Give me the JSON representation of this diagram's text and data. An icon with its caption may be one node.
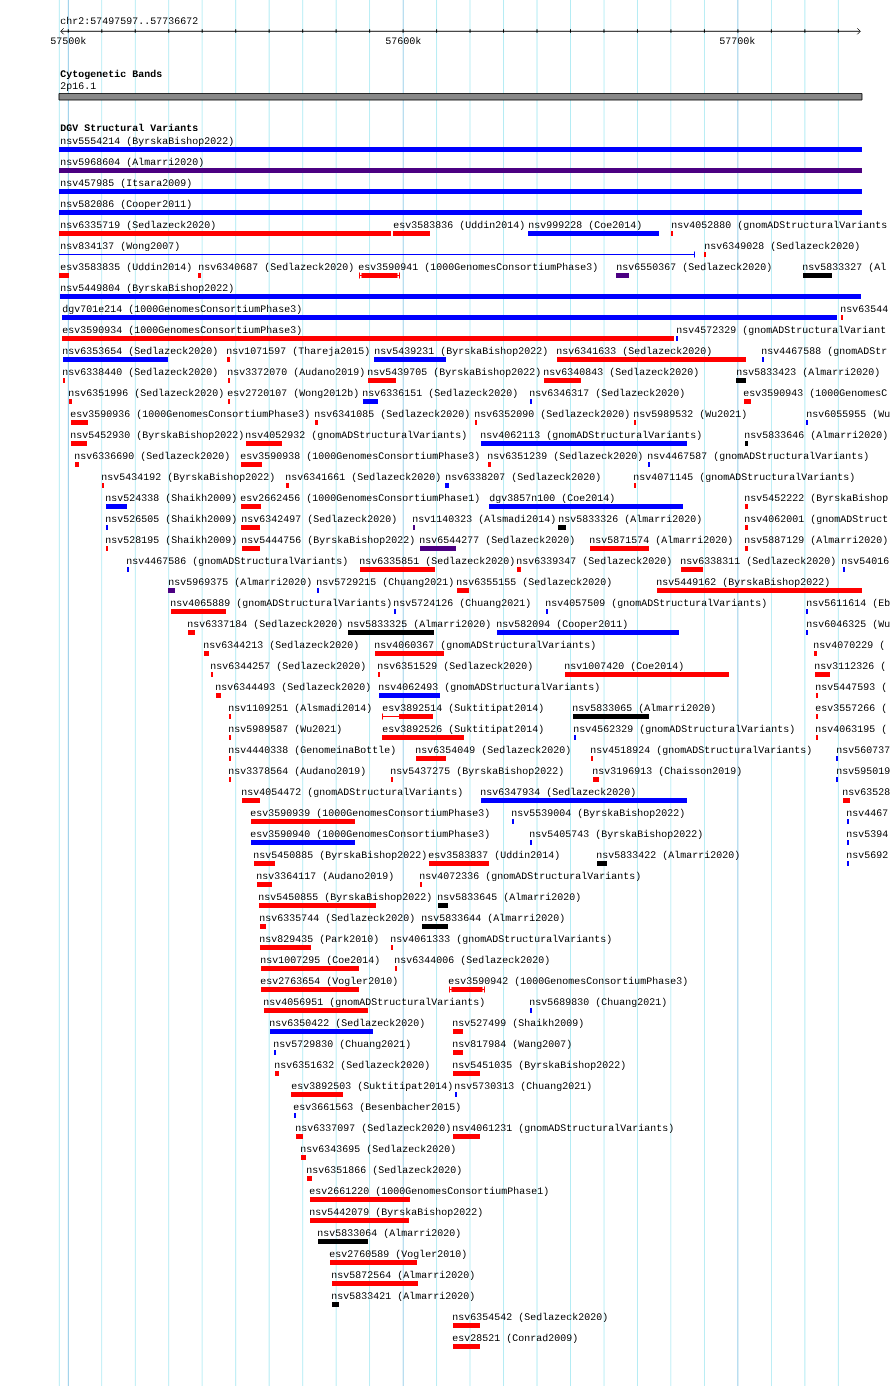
{
  "diagram": {
    "labels": [
      "chr2:57497597..57736672",
      "57500k",
      "57600k",
      "57700k",
      "Cytogenetic Bands",
      "2p16.1",
      "DGV Structural Variants",
      "nsv5554214 (ByrskaBishop2022)",
      "nsv5968604 (Almarri2020)",
      "nsv457985 (Itsara2009)",
      "nsv582086 (Cooper2011)",
      "nsv6335719 (Sedlazeck2020)",
      "esv3583836 (Uddin2014)",
      "nsv999228 (Coe2014)",
      "nsv4052880 (gnomADStructuralVariants",
      "nsv834137 (Wong2007)",
      "nsv6349028 (Sedlazeck2020)",
      "esv3583835 (Uddin2014)",
      "nsv6340687 (Sedlazeck2020)",
      "esv3590941 (1000GenomesConsortiumPhase3)",
      "nsv6550367 (Sedlazeck2020)",
      "nsv5833327 (Al",
      "nsv5449804 (ByrskaBishop2022)",
      "dgv701e214 (1000GenomesConsortiumPhase3)",
      "nsv63544",
      "esv3590934 (1000GenomesConsortiumPhase3)",
      "nsv4572329 (gnomADStructuralVariant",
      "nsv6353654 (Sedlazeck2020)",
      "nsv1071597 (Thareja2015)",
      "nsv5439231 (ByrskaBishop2022)",
      "nsv6341633 (Sedlazeck2020)",
      "nsv4467588 (gnomADStr",
      "nsv6338440 (Sedlazeck2020)",
      "nsv3372070 (Audano2019)",
      "nsv5439705 (ByrskaBishop2022)",
      "nsv6340843 (Sedlazeck2020)",
      "nsv5833423 (Almarri2020)",
      "nsv6351996 (Sedlazeck2020)",
      "esv2720107 (Wong2012b)",
      "nsv6336151 (Sedlazeck2020)",
      "nsv6346317 (Sedlazeck2020)",
      "esv3590943 (1000GenomesC",
      "esv3590936 (1000GenomesConsortiumPhase3)",
      "nsv6341085 (Sedlazeck2020)",
      "nsv6352090 (Sedlazeck2020)",
      "nsv5989532 (Wu2021)",
      "nsv6055955 (Wu",
      "nsv5452930 (ByrskaBishop2022)",
      "nsv4052932 (gnomADStructuralVariants)",
      "nsv4062113 (gnomADStructuralVariants)",
      "nsv5833646 (Almarri2020)",
      "nsv6336690 (Sedlazeck2020)",
      "esv3590938 (1000GenomesConsortiumPhase3)",
      "nsv6351239 (Sedlazeck2020)",
      "nsv4467587 (gnomADStructuralVariants)",
      "nsv5434192 (ByrskaBishop2022)",
      "nsv6341661 (Sedlazeck2020)",
      "nsv6338207 (Sedlazeck2020)",
      "nsv4071145 (gnomADStructuralVariants)",
      "nsv524338 (Shaikh2009)",
      "esv2662456 (1000GenomesConsortiumPhase1)",
      "dgv3857n100 (Coe2014)",
      "nsv5452222 (ByrskaBishop",
      "nsv526505 (Shaikh2009)",
      "nsv6342497 (Sedlazeck2020)",
      "nsv1140323 (Alsmadi2014)",
      "nsv5833326 (Almarri2020)",
      "nsv4062001 (gnomADStruct",
      "nsv528195 (Shaikh2009)",
      "nsv5444756 (ByrskaBishop2022)",
      "nsv6544277 (Sedlazeck2020)",
      "nsv5871574 (Almarri2020)",
      "nsv5887129 (Almarri2020)",
      "nsv4467586 (gnomADStructuralVariants)",
      "nsv6335851 (Sedlazeck2020)",
      "nsv6339347 (Sedlazeck2020)",
      "nsv6338311 (Sedlazeck2020)",
      "nsv54016",
      "nsv5969375 (Almarri2020)",
      "nsv5729215 (Chuang2021)",
      "nsv6355155 (Sedlazeck2020)",
      "nsv5449162 (ByrskaBishop2022)",
      "nsv4065889 (gnomADStructuralVariants)",
      "nsv5724126 (Chuang2021)",
      "nsv4057509 (gnomADStructuralVariants)",
      "nsv5611614 (Eb",
      "nsv6337184 (Sedlazeck2020)",
      "nsv5833325 (Almarri2020)",
      "nsv582094 (Cooper2011)",
      "nsv6046325 (Wu",
      "nsv6344213 (Sedlazeck2020)",
      "nsv4060367 (gnomADStructuralVariants)",
      "nsv4070229 (",
      "nsv6344257 (Sedlazeck2020)",
      "nsv6351529 (Sedlazeck2020)",
      "nsv1007420 (Coe2014)",
      "nsv3112326 (",
      "nsv6344493 (Sedlazeck2020)",
      "nsv4062493 (gnomADStructuralVariants)",
      "nsv5447593 (",
      "nsv1109251 (Alsmadi2014)",
      "esv3892514 (Suktitipat2014)",
      "nsv5833065 (Almarri2020)",
      "esv3557266 (",
      "nsv5989587 (Wu2021)",
      "esv3892526 (Suktitipat2014)",
      "nsv4562329 (gnomADStructuralVariants)",
      "nsv4063195 (",
      "nsv4440338 (GenomeinaBottle)",
      "nsv6354049 (Sedlazeck2020)",
      "nsv4518924 (gnomADStructuralVariants)",
      "nsv560737",
      "nsv3378564 (Audano2019)",
      "nsv5437275 (ByrskaBishop2022)",
      "nsv3196913 (Chaisson2019)",
      "nsv595019",
      "nsv4054472 (gnomADStructuralVariants)",
      "nsv6347934 (Sedlazeck2020)",
      "nsv63528",
      "esv3590939 (1000GenomesConsortiumPhase3)",
      "nsv5539004 (ByrskaBishop2022)",
      "nsv4467",
      "esv3590940 (1000GenomesConsortiumPhase3)",
      "nsv5405743 (ByrskaBishop2022)",
      "nsv5394",
      "nsv5450885 (ByrskaBishop2022)",
      "esv3583837 (Uddin2014)",
      "nsv5833422 (Almarri2020)",
      "nsv5692",
      "nsv3364117 (Audano2019)",
      "nsv4072336 (gnomADStructuralVariants)",
      "nsv5450855 (ByrskaBishop2022)",
      "nsv5833645 (Almarri2020)",
      "nsv6335744 (Sedlazeck2020)",
      "nsv5833644 (Almarri2020)",
      "nsv829435 (Park2010)",
      "nsv4061333 (gnomADStructuralVariants)",
      "nsv1007295 (Coe2014)",
      "nsv6344006 (Sedlazeck2020)",
      "esv2763654 (Vogler2010)",
      "esv3590942 (1000GenomesConsortiumPhase3)",
      "nsv4056951 (gnomADStructuralVariants)",
      "nsv5689830 (Chuang2021)",
      "nsv6350422 (Sedlazeck2020)",
      "nsv527499 (Shaikh2009)",
      "nsv5729830 (Chuang2021)",
      "nsv817984 (Wang2007)",
      "nsv6351632 (Sedlazeck2020)",
      "nsv5451035 (ByrskaBishop2022)",
      "esv3892503 (Suktitipat2014)",
      "nsv5730313 (Chuang2021)",
      "esv3661563 (Besenbacher2015)",
      "nsv6337097 (Sedlazeck2020)",
      "nsv4061231 (gnomADStructuralVariants)",
      "nsv6343695 (Sedlazeck2020)",
      "nsv6351866 (Sedlazeck2020)",
      "esv2661220 (1000GenomesConsortiumPhase1)",
      "nsv5442079 (ByrskaBishop2022)",
      "nsv5833064 (Almarri2020)",
      "esv2760589 (Vogler2010)",
      "nsv5872564 (Almarri2020)",
      "nsv5833421 (Almarri2020)",
      "nsv6354542 (Sedlazeck2020)",
      "esv28521 (Conrad2009)"
    ]
  }
}
